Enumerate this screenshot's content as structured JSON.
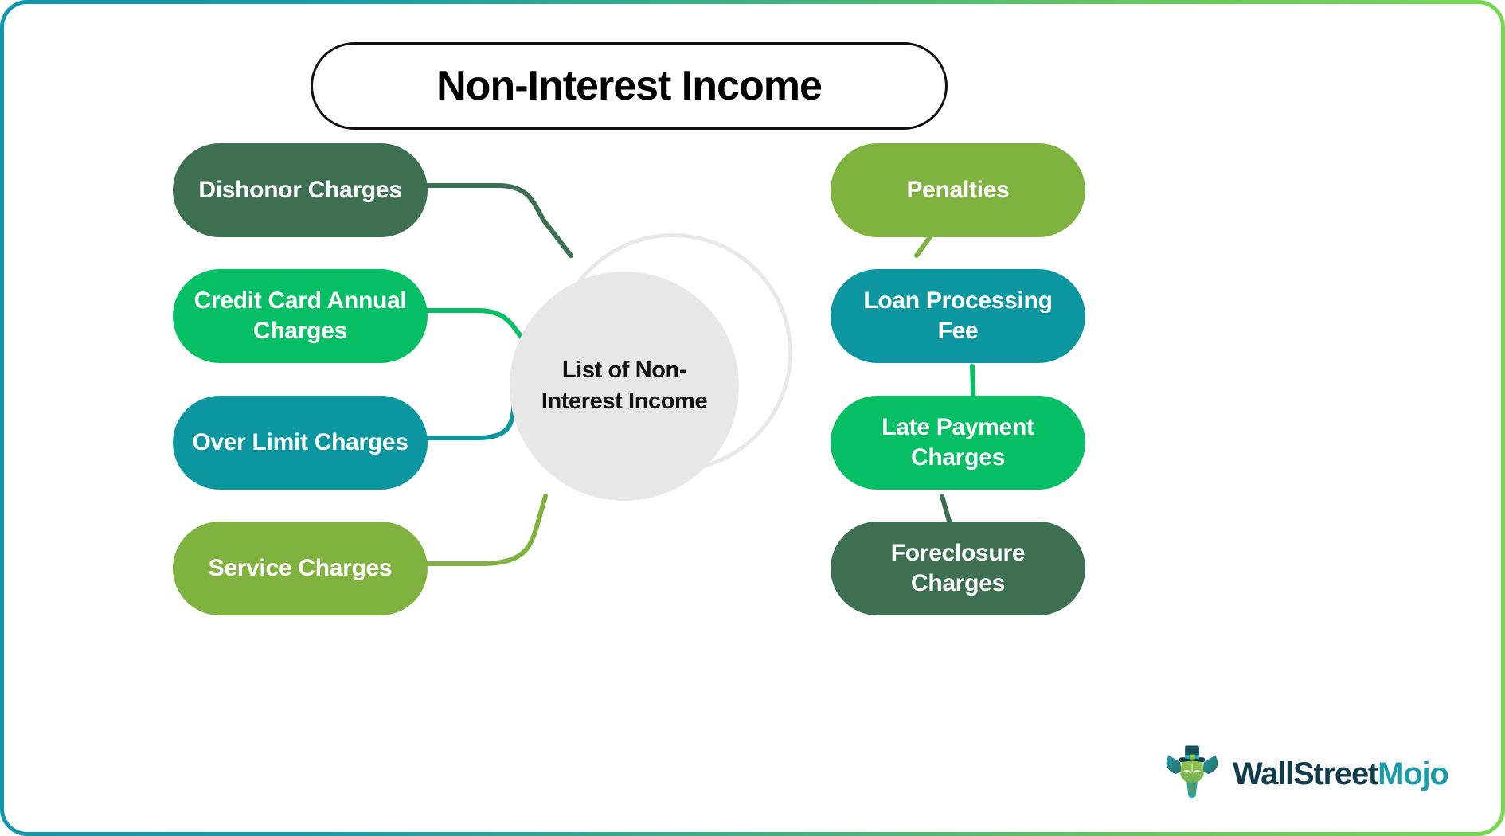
{
  "title": "Non-Interest Income",
  "center": {
    "label": "List of Non-Interest Income",
    "fill": "#e7e7e7",
    "ring": "#e8e8e8"
  },
  "frame": {
    "border_gradient_start": "#0e97ad",
    "border_gradient_end": "#74d94f",
    "background": "#ffffff"
  },
  "nodes": {
    "left": [
      {
        "label": "Dishonor Charges",
        "color": "#3d7052"
      },
      {
        "label": "Credit Card Annual Charges",
        "color": "#06be64"
      },
      {
        "label": "Over Limit Charges",
        "color": "#0b96a0"
      },
      {
        "label": "Service Charges",
        "color": "#80b23f"
      }
    ],
    "right": [
      {
        "label": "Penalties",
        "color": "#80b23f"
      },
      {
        "label": "Loan Processing Fee",
        "color": "#0b96a0"
      },
      {
        "label": "Late Payment Charges",
        "color": "#06be64"
      },
      {
        "label": "Foreclosure Charges",
        "color": "#3d7052"
      }
    ]
  },
  "logo": {
    "name_primary": "WallStreet",
    "name_accent": "Mojo",
    "mark": "bull-with-top-hat-icon",
    "primary_color": "#113c4e",
    "accent_color": "#1a9ba8"
  }
}
